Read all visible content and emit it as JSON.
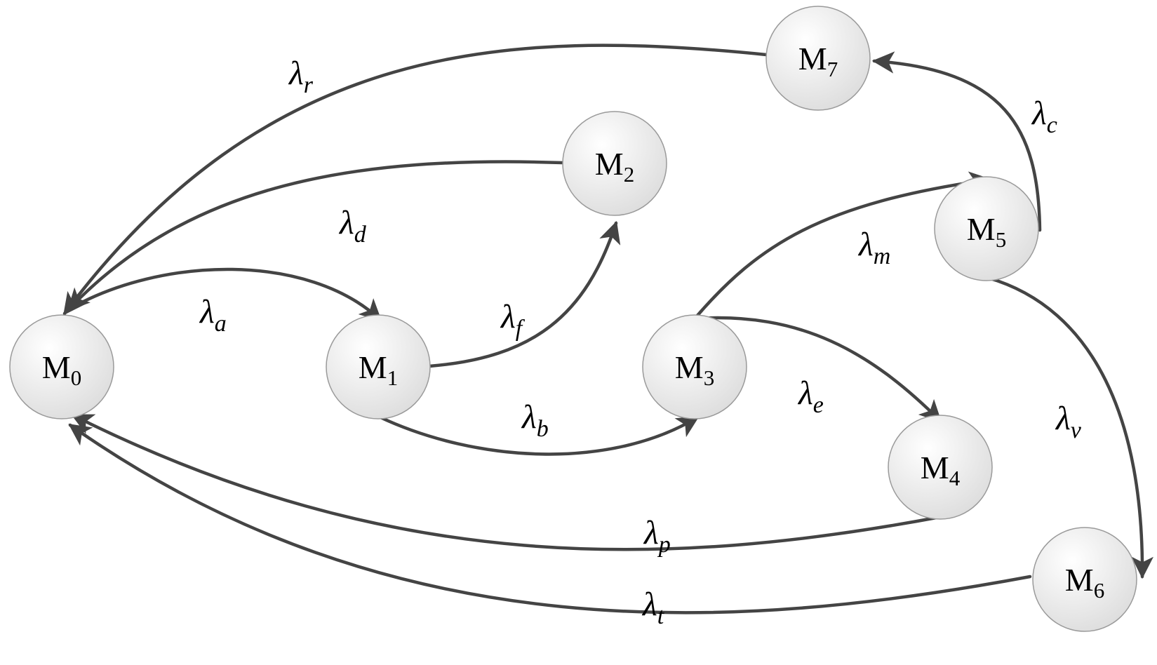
{
  "colors": {
    "edge": "#444444",
    "node_fill_light": "#ffffff",
    "node_fill_dark": "#dcdcdc",
    "node_stroke": "#9a9a9a",
    "text": "#000000"
  },
  "states": [
    {
      "id": "M0",
      "base": "M",
      "sub": "0"
    },
    {
      "id": "M1",
      "base": "M",
      "sub": "1"
    },
    {
      "id": "M2",
      "base": "M",
      "sub": "2"
    },
    {
      "id": "M3",
      "base": "M",
      "sub": "3"
    },
    {
      "id": "M4",
      "base": "M",
      "sub": "4"
    },
    {
      "id": "M5",
      "base": "M",
      "sub": "5"
    },
    {
      "id": "M6",
      "base": "M",
      "sub": "6"
    },
    {
      "id": "M7",
      "base": "M",
      "sub": "7"
    }
  ],
  "transitions": [
    {
      "from": "M0",
      "to": "M1",
      "symbol": "λ",
      "sub": "a"
    },
    {
      "from": "M1",
      "to": "M3",
      "symbol": "λ",
      "sub": "b"
    },
    {
      "from": "M1",
      "to": "M2",
      "symbol": "λ",
      "sub": "f"
    },
    {
      "from": "M2",
      "to": "M0",
      "symbol": "λ",
      "sub": "d"
    },
    {
      "from": "M7",
      "to": "M0",
      "symbol": "λ",
      "sub": "r"
    },
    {
      "from": "M3",
      "to": "M5",
      "symbol": "λ",
      "sub": "m"
    },
    {
      "from": "M3",
      "to": "M4",
      "symbol": "λ",
      "sub": "e"
    },
    {
      "from": "M5",
      "to": "M7",
      "symbol": "λ",
      "sub": "c"
    },
    {
      "from": "M5",
      "to": "M6",
      "symbol": "λ",
      "sub": "v"
    },
    {
      "from": "M4",
      "to": "M0",
      "symbol": "λ",
      "sub": "p"
    },
    {
      "from": "M6",
      "to": "M0",
      "symbol": "λ",
      "sub": "t"
    }
  ]
}
